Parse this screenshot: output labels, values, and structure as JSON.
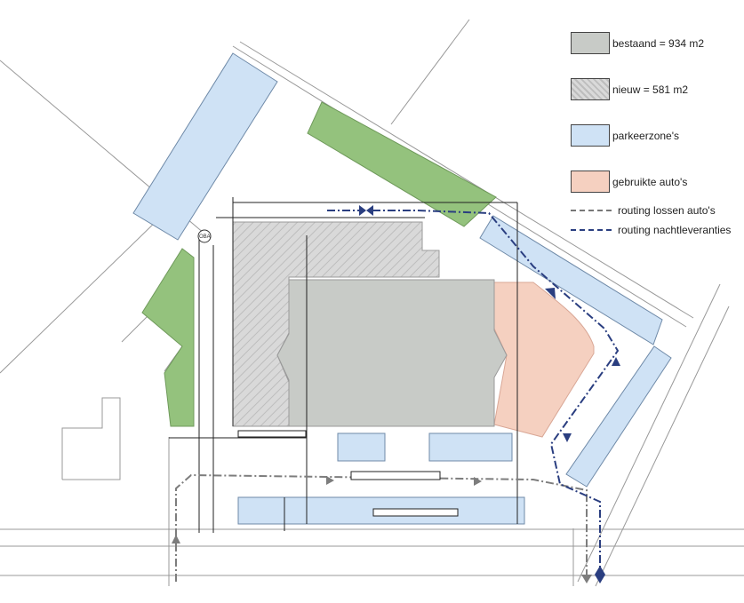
{
  "legend": {
    "existing": {
      "label": "bestaand = 934 m2",
      "color": "#c8cbc7"
    },
    "new": {
      "label": "nieuw = 581 m2",
      "color": "#d9d9d9"
    },
    "parking": {
      "label": "parkeerzone's",
      "color": "#cfe2f5"
    },
    "used_cars": {
      "label": "gebruikte auto's",
      "color": "#f5d0c0"
    },
    "route_unloading": {
      "label": "routing lossen auto's",
      "color": "#777777"
    },
    "route_night": {
      "label": "routing nachtleveranties",
      "color": "#2a3e80"
    }
  },
  "colors": {
    "green": "#94c27d",
    "route_night": "#2a3e80",
    "route_unloading": "#7d7d7d"
  },
  "plan_tags": {
    "oba": "OBA"
  }
}
